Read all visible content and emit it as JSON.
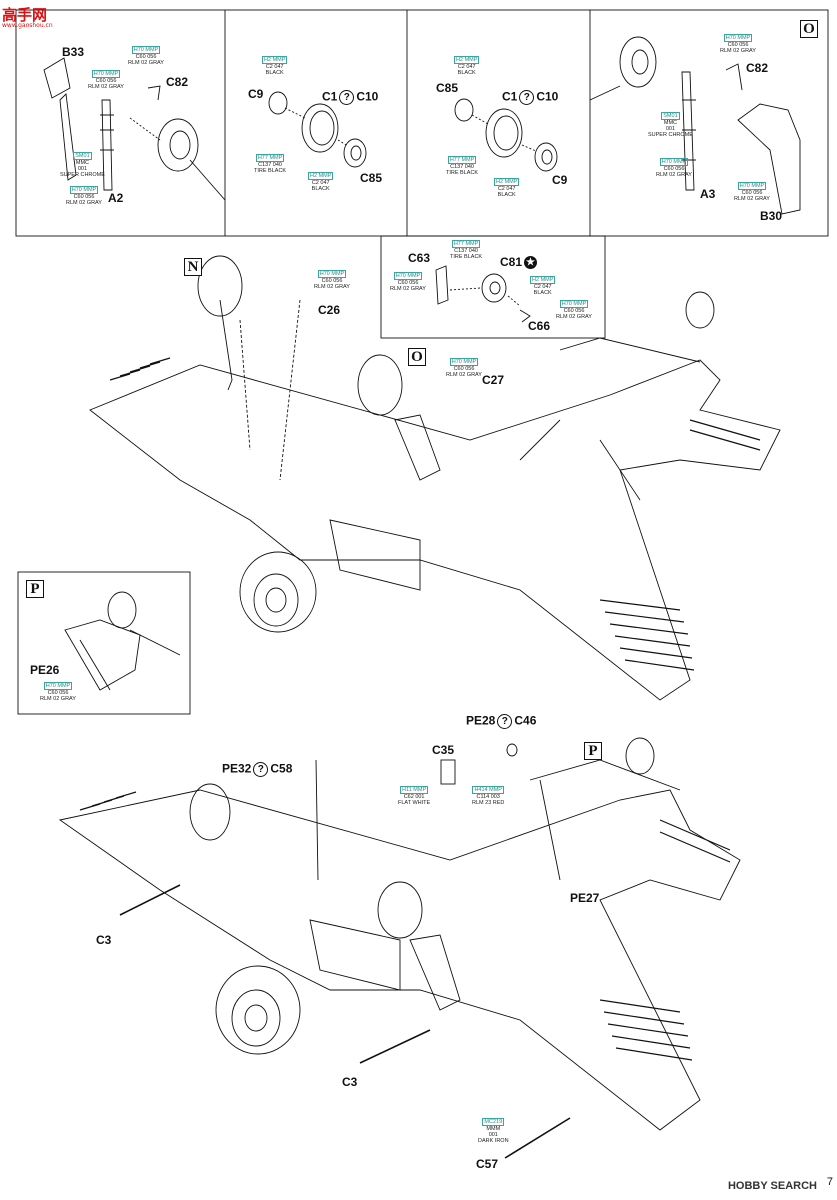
{
  "watermark": {
    "site": "高手网",
    "site_url": "www.gaoshou.cn",
    "search": "HOBBY SEARCH"
  },
  "page": "7",
  "panels": {
    "top_left": {
      "parts": [
        "B33",
        "C82",
        "A2"
      ],
      "colors": [
        {
          "h": "H70",
          "mmp": "MMP",
          "c": "C60",
          "num": "056",
          "name": "RLM 02 GRAY"
        },
        {
          "h": "H70",
          "mmp": "MMP",
          "c": "C60",
          "num": "056",
          "name": "RLM 02 GRAY"
        },
        {
          "h": "SM01",
          "mmp": "MMC",
          "c": "",
          "num": "001",
          "name": "SUPER CHROME"
        },
        {
          "h": "H70",
          "mmp": "MMP",
          "c": "C60",
          "num": "056",
          "name": "RLM 02 GRAY"
        }
      ]
    },
    "top_mid1": {
      "parts": [
        "C9",
        "C1",
        "C10",
        "C85"
      ],
      "colors": [
        {
          "h": "H2",
          "mmp": "MMP",
          "c": "C2",
          "num": "047",
          "name": "BLACK"
        },
        {
          "h": "H77",
          "mmp": "MMP",
          "c": "C137",
          "num": "040",
          "name": "TIRE BLACK"
        },
        {
          "h": "H2",
          "mmp": "MMP",
          "c": "C2",
          "num": "047",
          "name": "BLACK"
        }
      ]
    },
    "top_mid2": {
      "parts": [
        "C85",
        "C1",
        "C10",
        "C9"
      ],
      "colors": [
        {
          "h": "H2",
          "mmp": "MMP",
          "c": "C2",
          "num": "047",
          "name": "BLACK"
        },
        {
          "h": "H77",
          "mmp": "MMP",
          "c": "C137",
          "num": "040",
          "name": "TIRE BLACK"
        },
        {
          "h": "H2",
          "mmp": "MMP",
          "c": "C2",
          "num": "047",
          "name": "BLACK"
        }
      ]
    },
    "top_right": {
      "letter": "O",
      "parts": [
        "C82",
        "A3",
        "B30"
      ],
      "colors": [
        {
          "h": "H70",
          "mmp": "MMP",
          "c": "C60",
          "num": "056",
          "name": "RLM 02 GRAY"
        },
        {
          "h": "SM01",
          "mmp": "MMC",
          "c": "",
          "num": "001",
          "name": "SUPER CHROME"
        },
        {
          "h": "H70",
          "mmp": "MMP",
          "c": "C60",
          "num": "056",
          "name": "RLM 02 GRAY"
        },
        {
          "h": "H70",
          "mmp": "MMP",
          "c": "C60",
          "num": "056",
          "name": "RLM 02 GRAY"
        }
      ]
    },
    "mid_inset": {
      "parts": [
        "C63",
        "C81",
        "C66"
      ],
      "colors": [
        {
          "h": "H77",
          "mmp": "MMP",
          "c": "C137",
          "num": "040",
          "name": "TIRE BLACK"
        },
        {
          "h": "H70",
          "mmp": "MMP",
          "c": "C60",
          "num": "056",
          "name": "RLM 02 GRAY"
        },
        {
          "h": "H2",
          "mmp": "MMP",
          "c": "C2",
          "num": "047",
          "name": "BLACK"
        },
        {
          "h": "H70",
          "mmp": "MMP",
          "c": "C60",
          "num": "056",
          "name": "RLM 02 GRAY"
        }
      ]
    },
    "aircraft1": {
      "letter_n": "N",
      "letter_o": "O",
      "parts": [
        "C26",
        "C27"
      ],
      "colors": [
        {
          "h": "H70",
          "mmp": "MMP",
          "c": "C60",
          "num": "056",
          "name": "RLM 02 GRAY"
        },
        {
          "h": "H70",
          "mmp": "MMP",
          "c": "C60",
          "num": "056",
          "name": "RLM 02 GRAY"
        }
      ]
    },
    "p_inset": {
      "letter": "P",
      "parts": [
        "PE26"
      ],
      "colors": [
        {
          "h": "H70",
          "mmp": "MMP",
          "c": "C60",
          "num": "056",
          "name": "RLM 02 GRAY"
        }
      ]
    },
    "aircraft2": {
      "letter_p": "P",
      "parts": [
        "PE28",
        "C46",
        "C35",
        "PE32",
        "C58",
        "PE27",
        "C3",
        "C3",
        "C57"
      ],
      "colors": [
        {
          "h": "H11",
          "mmp": "MMP",
          "c": "C62",
          "num": "001",
          "name": "FLAT WHITE"
        },
        {
          "h": "H414",
          "mmp": "MMP",
          "c": "C114",
          "num": "003",
          "name": "RLM 23 RED"
        },
        {
          "h": "MC219",
          "mmp": "MMM",
          "c": "",
          "num": "001",
          "name": "DARK IRON"
        }
      ]
    }
  }
}
